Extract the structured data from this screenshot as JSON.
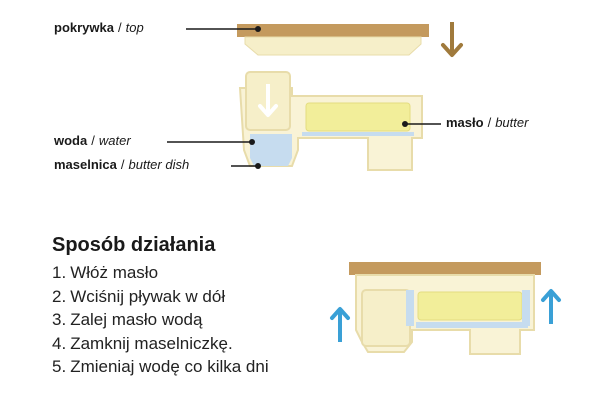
{
  "labels": {
    "top": {
      "pl": "pokrywka",
      "sep": "/",
      "en": "top"
    },
    "water": {
      "pl": "woda",
      "sep": "/",
      "en": "water"
    },
    "dish": {
      "pl": "maselnica",
      "sep": "/",
      "en": "butter dish"
    },
    "butter": {
      "pl": "masło",
      "sep": "/",
      "en": "butter"
    }
  },
  "instructions": {
    "title": "Sposób działania",
    "steps": [
      {
        "num": "1.",
        "text": "Włóż masło"
      },
      {
        "num": "2.",
        "text": "Wciśnij pływak w dół"
      },
      {
        "num": "3.",
        "text": "Zalej masło wodą"
      },
      {
        "num": "4.",
        "text": "Zamknij maselniczkę."
      },
      {
        "num": "5.",
        "text": "Zmieniaj wodę co kilka dni"
      }
    ]
  },
  "colors": {
    "lid_wood": "#c49a5e",
    "dish_cream": "#f6efc9",
    "dish_outline": "#e8dcaa",
    "butter": "#f2ee9a",
    "water": "#c6dcef",
    "arrow_brown": "#a07a3c",
    "arrow_blue": "#3aa0d6",
    "leader_line": "#1a1a1a"
  },
  "icons": {
    "lid_arrow": "arrow-down-icon",
    "float_arrow": "arrow-down-icon",
    "side_arrows": "arrow-up-icon"
  }
}
